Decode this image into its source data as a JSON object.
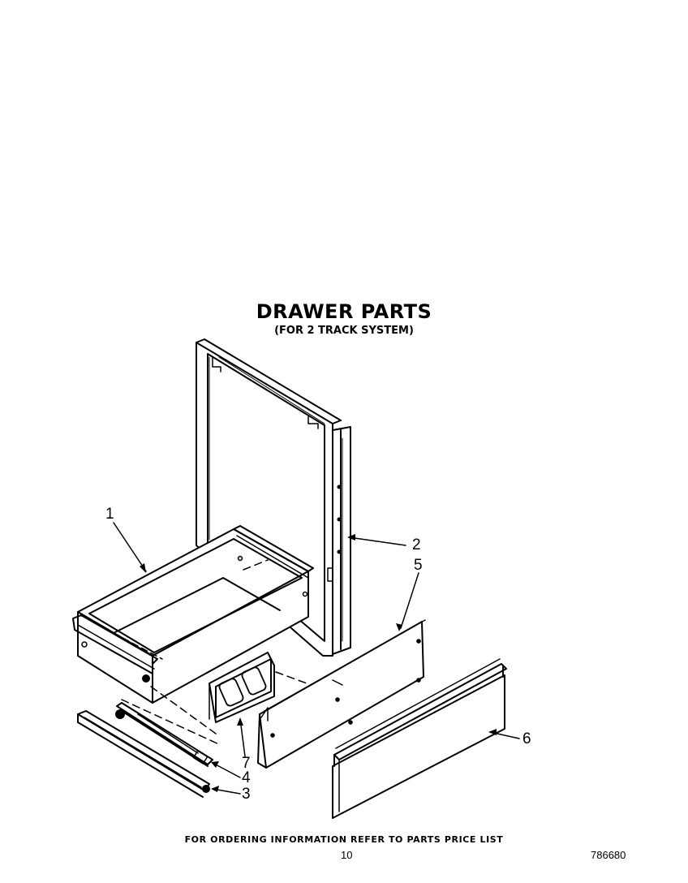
{
  "header": {
    "title": "DRAWER PARTS",
    "subtitle": "(FOR 2 TRACK SYSTEM)"
  },
  "callouts": [
    {
      "id": "callout-1",
      "label": "1",
      "part": "drawer"
    },
    {
      "id": "callout-2",
      "label": "2",
      "part": "drawer-frame"
    },
    {
      "id": "callout-3",
      "label": "3",
      "part": "track-rail"
    },
    {
      "id": "callout-4",
      "label": "4",
      "part": "slide-track"
    },
    {
      "id": "callout-5",
      "label": "5",
      "part": "rear-panel"
    },
    {
      "id": "callout-6",
      "label": "6",
      "part": "front-panel"
    },
    {
      "id": "callout-7",
      "label": "7",
      "part": "bracket"
    }
  ],
  "footer": {
    "ordering_note": "FOR ORDERING INFORMATION REFER TO PARTS PRICE LIST",
    "page_number": "10",
    "document_number": "786680"
  },
  "colors": {
    "line": "#000000",
    "background": "#ffffff"
  }
}
